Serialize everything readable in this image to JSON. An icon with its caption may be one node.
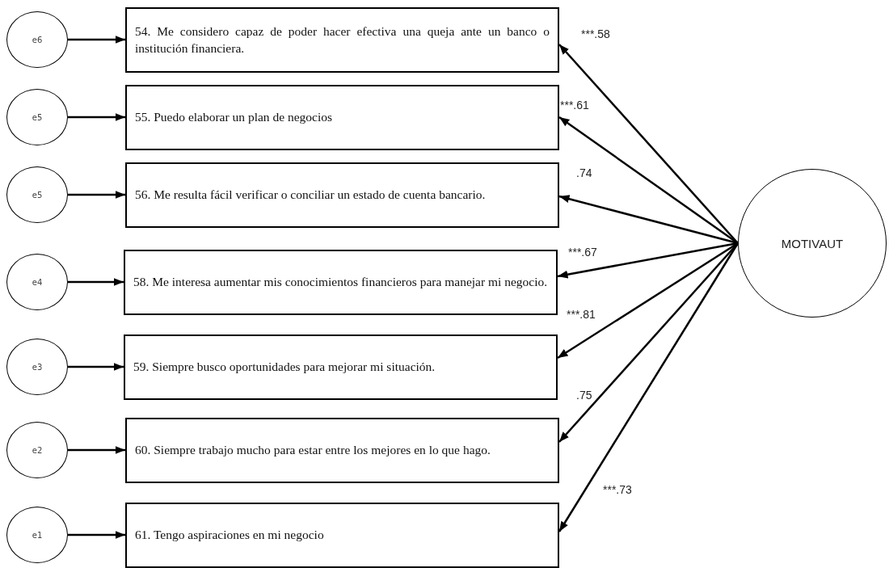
{
  "diagram": {
    "nodes": [
      {
        "text": [
          "e6"
        ]
      },
      {
        "text": [
          "54. Me considero capaz de poder hacer efectiva una queja ante un banco o institución financiera."
        ]
      },
      {
        "text": [
          "e5"
        ]
      },
      {
        "text": [
          "55. Puedo elaborar un plan de negocios"
        ]
      },
      {
        "text": [
          "e5"
        ]
      },
      {
        "text": [
          "56. Me resulta fácil verificar o conciliar un estado de cuenta bancario."
        ]
      },
      {
        "text": [
          "e4"
        ]
      },
      {
        "text": [
          "58. Me interesa aumentar mis conocimientos financieros para manejar mi negocio."
        ]
      },
      {
        "text": [
          "e3"
        ]
      },
      {
        "text": [
          "59. Siempre busco oportunidades para mejorar mi situación."
        ]
      },
      {
        "text": [
          "e2"
        ]
      },
      {
        "text": [
          "60. Siempre trabajo mucho para estar entre los mejores en lo que hago."
        ]
      },
      {
        "text": [
          "e1"
        ]
      },
      {
        "text": [
          "61. Tengo aspiraciones en mi negocio"
        ]
      },
      {
        "text": [
          "MOTIVAUT"
        ]
      }
    ],
    "edges": [
      {
        "from": 0,
        "to": 1,
        "arrow": "to"
      },
      {
        "from": 2,
        "to": 3,
        "arrow": "to"
      },
      {
        "from": 4,
        "to": 5,
        "arrow": "to"
      },
      {
        "from": 6,
        "to": 7,
        "arrow": "to"
      },
      {
        "from": 8,
        "to": 9,
        "arrow": "to"
      },
      {
        "from": 10,
        "to": 11,
        "arrow": "to"
      },
      {
        "from": 12,
        "to": 13,
        "arrow": "to"
      },
      {
        "from": 14,
        "to": 1,
        "arrow": "to",
        "label": "***.58"
      },
      {
        "from": 14,
        "to": 3,
        "arrow": "to",
        "label": "***.61"
      },
      {
        "from": 14,
        "to": 5,
        "arrow": "to",
        "label": ".74"
      },
      {
        "from": 14,
        "to": 7,
        "arrow": "to",
        "label": "***.67"
      },
      {
        "from": 14,
        "to": 9,
        "arrow": "to",
        "label": "***.81"
      },
      {
        "from": 14,
        "to": 11,
        "arrow": "to",
        "label": ".75"
      },
      {
        "from": 14,
        "to": 13,
        "arrow": "to",
        "label": "***.73"
      }
    ]
  }
}
